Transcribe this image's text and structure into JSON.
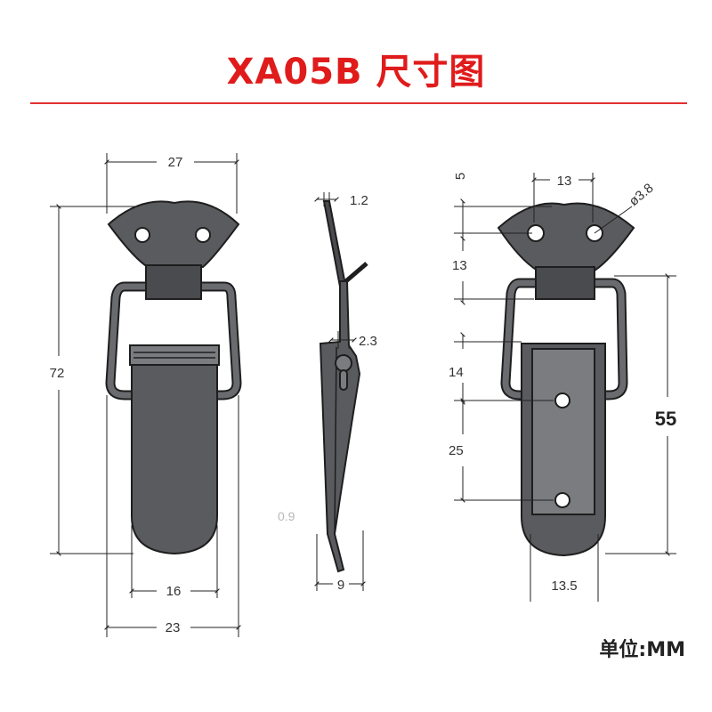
{
  "title": "XA05B 尺寸图",
  "units_label": "单位:MM",
  "front_view": {
    "dims": {
      "top_width": "27",
      "height": "72",
      "lever_width": "16",
      "bottom_width": "23"
    }
  },
  "side_view": {
    "dims": {
      "plate_thickness": "1.2",
      "pin": "2.3",
      "thickness": "0.9",
      "depth": "9"
    }
  },
  "back_view": {
    "dims": {
      "hole_offset": "5",
      "hole_spacing": "13",
      "hole_diameter": "ø3.8",
      "upper_gap": "13",
      "middle_gap": "14",
      "rivet_spacing": "25",
      "lever_length": "55",
      "lever_width": "13.5"
    }
  }
}
